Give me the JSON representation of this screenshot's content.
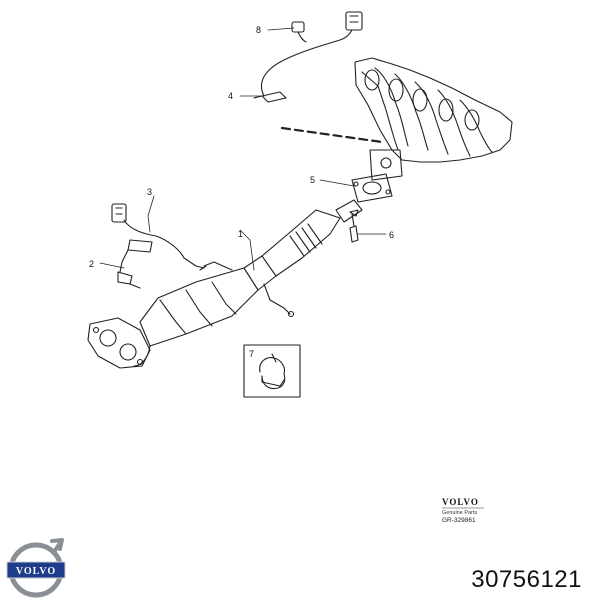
{
  "callouts": [
    "1",
    "2",
    "3",
    "4",
    "5",
    "6",
    "7",
    "8"
  ],
  "stamp": {
    "brand": "VOLVO",
    "line1": "Genuine Parts",
    "code": "GR-329861"
  },
  "logo_text": "VOLVO",
  "part_number": "30756121",
  "colors": {
    "line": "#222222",
    "logo_blue": "#1f3c8a",
    "logo_ring": "#8a8f96"
  }
}
